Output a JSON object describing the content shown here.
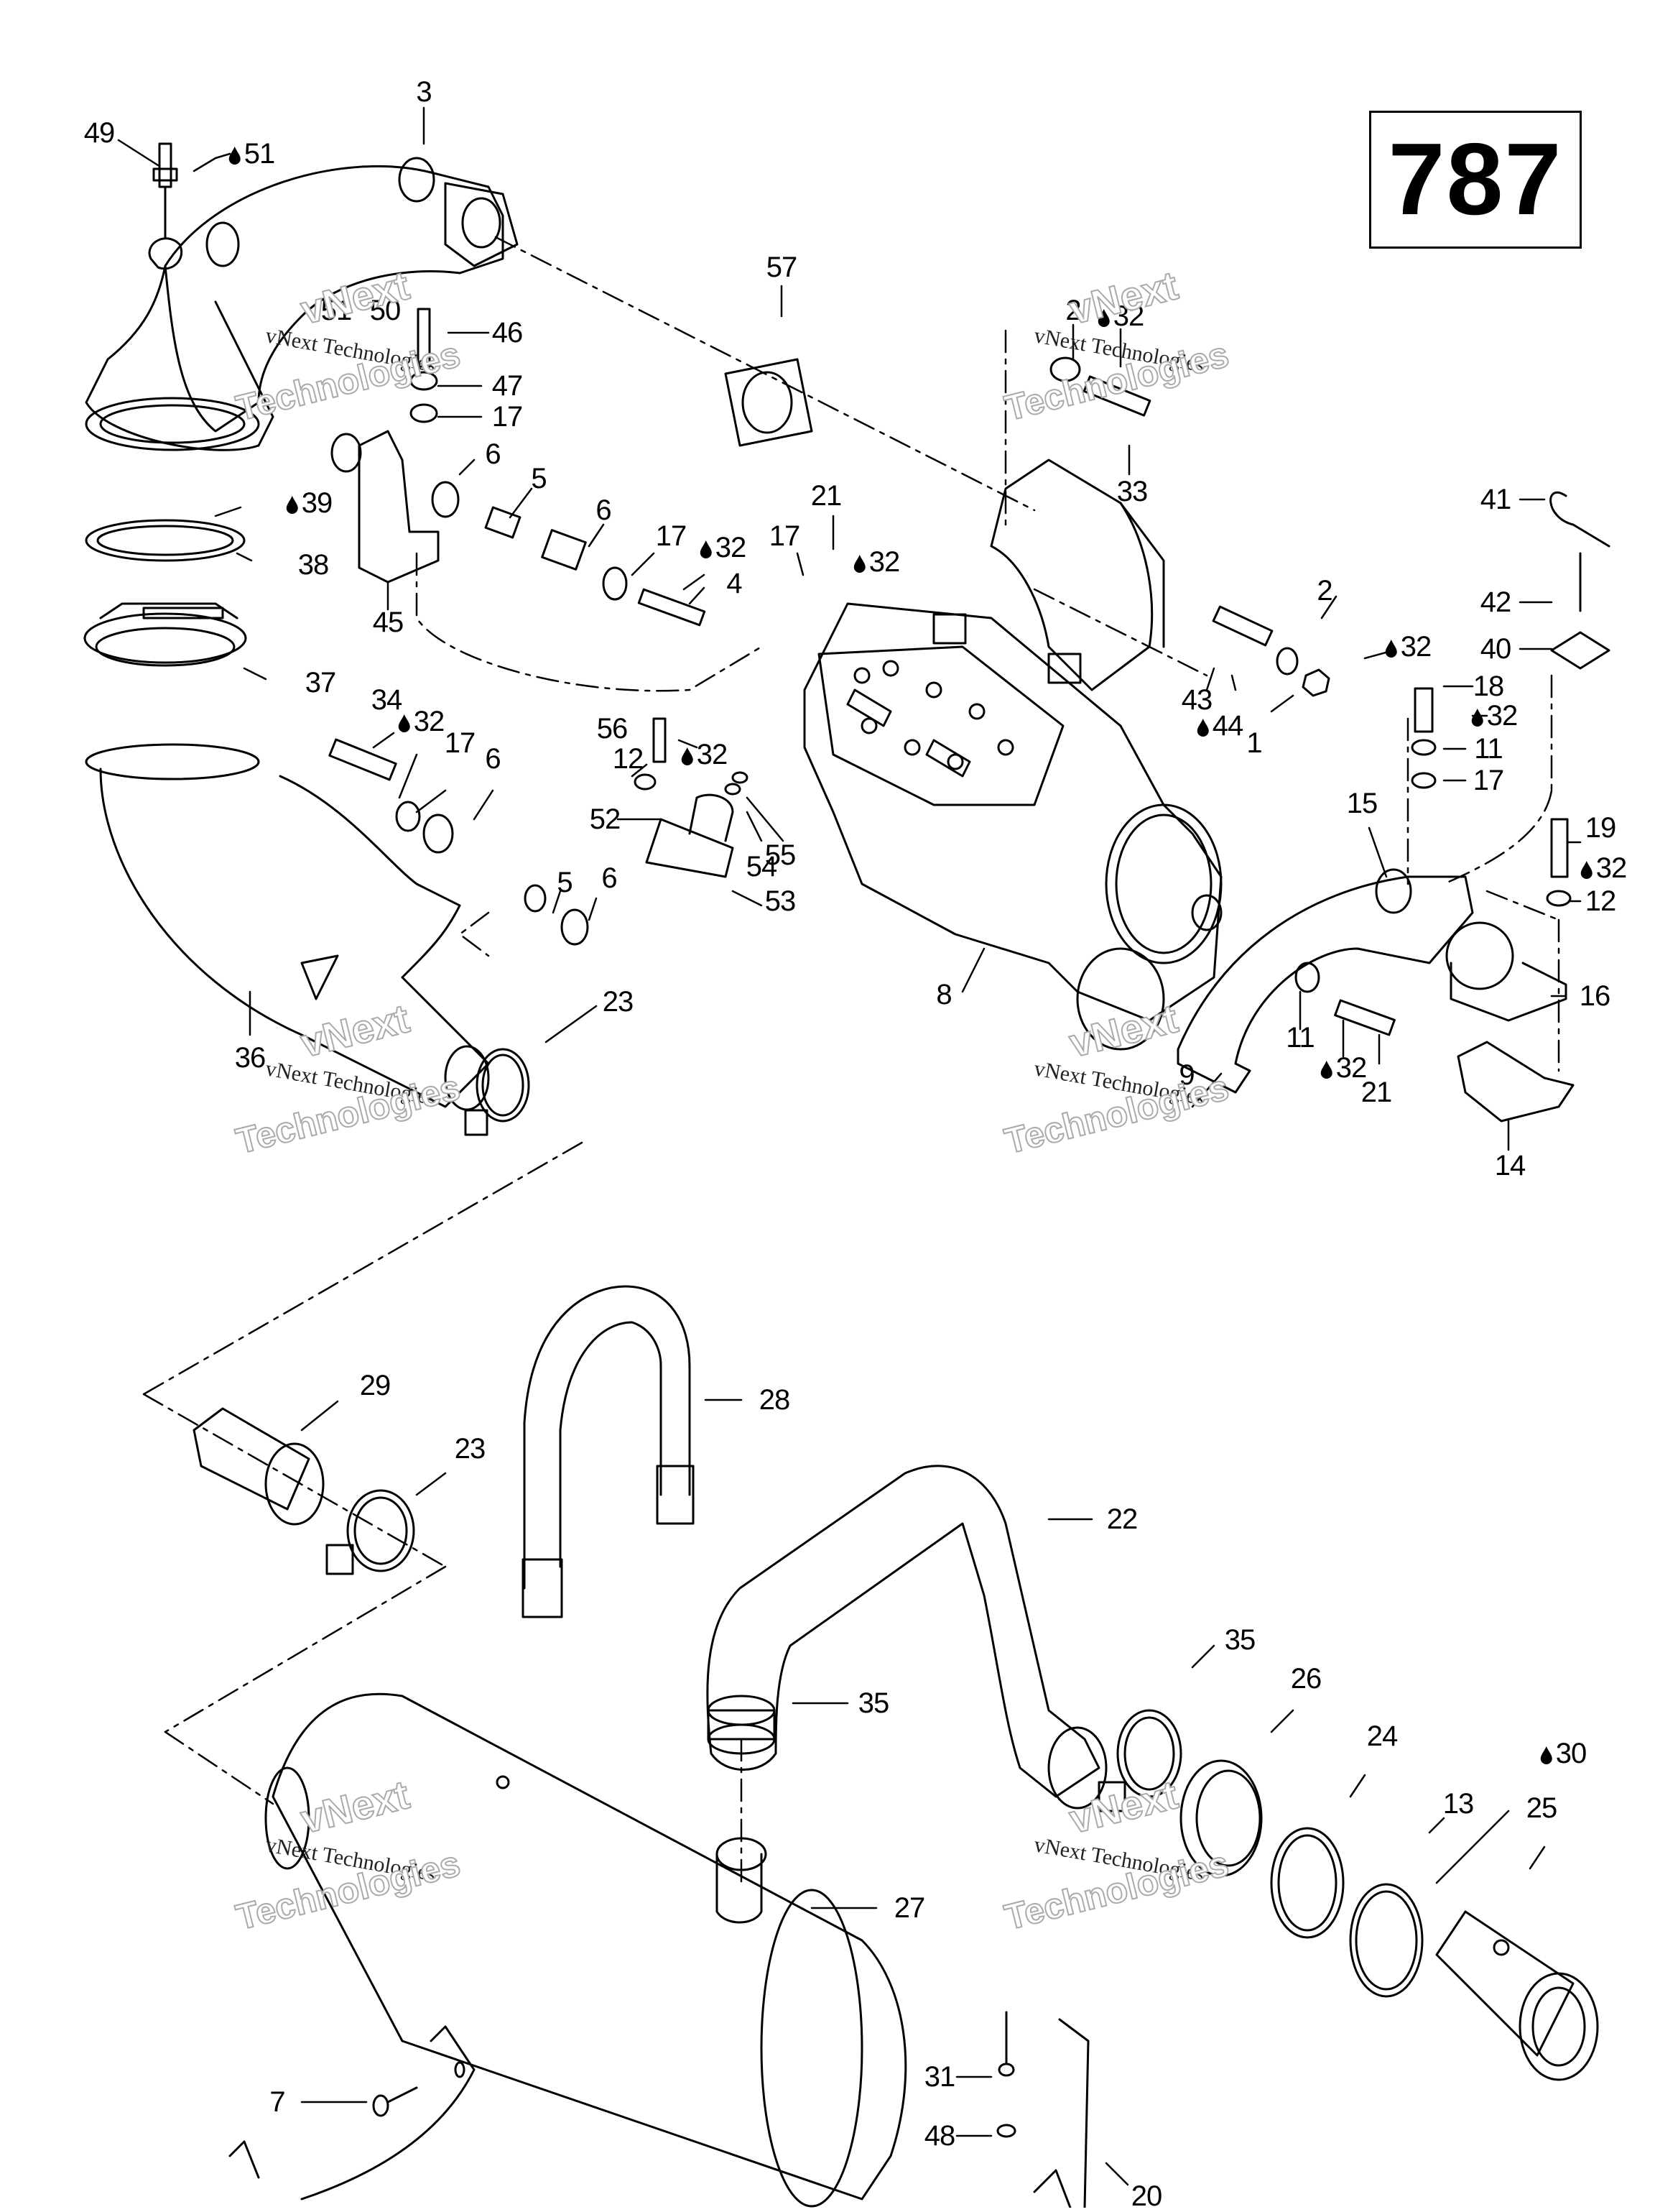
{
  "page_number": "787",
  "watermark": {
    "line_serif": "vNext Technologies",
    "line_outline_top": "vNext",
    "line_outline_bottom": "Technologies"
  },
  "callouts": [
    {
      "id": "c49",
      "text": "49",
      "sealant": false
    },
    {
      "id": "c51a",
      "text": "51",
      "sealant": true
    },
    {
      "id": "c3",
      "text": "3",
      "sealant": false
    },
    {
      "id": "c57",
      "text": "57",
      "sealant": false
    },
    {
      "id": "c51b",
      "text": "51",
      "sealant": false
    },
    {
      "id": "c50",
      "text": "50",
      "sealant": false
    },
    {
      "id": "c46",
      "text": "46",
      "sealant": false
    },
    {
      "id": "c47",
      "text": "47",
      "sealant": false
    },
    {
      "id": "c17a",
      "text": "17",
      "sealant": false
    },
    {
      "id": "c6a",
      "text": "6",
      "sealant": false
    },
    {
      "id": "c5a",
      "text": "5",
      "sealant": false
    },
    {
      "id": "c6b",
      "text": "6",
      "sealant": false
    },
    {
      "id": "c17b",
      "text": "17",
      "sealant": false
    },
    {
      "id": "c32a",
      "text": "32",
      "sealant": false
    },
    {
      "id": "c4",
      "text": "4",
      "sealant": false
    },
    {
      "id": "c39",
      "text": "39",
      "sealant": false
    },
    {
      "id": "c38",
      "text": "38",
      "sealant": false
    },
    {
      "id": "c45",
      "text": "45",
      "sealant": false
    },
    {
      "id": "c37",
      "text": "37",
      "sealant": false
    },
    {
      "id": "c2a",
      "text": "2",
      "sealant": false
    },
    {
      "id": "c32b",
      "text": "32",
      "sealant": false
    },
    {
      "id": "c33",
      "text": "33",
      "sealant": false
    },
    {
      "id": "c21a",
      "text": "21",
      "sealant": false
    },
    {
      "id": "c17c",
      "text": "17",
      "sealant": false
    },
    {
      "id": "c32c",
      "text": "32",
      "sealant": true
    },
    {
      "id": "c41",
      "text": "41",
      "sealant": false
    },
    {
      "id": "c42",
      "text": "42",
      "sealant": false
    },
    {
      "id": "c40",
      "text": "40",
      "sealant": false
    },
    {
      "id": "c2b",
      "text": "2",
      "sealant": false
    },
    {
      "id": "c32d",
      "text": "32",
      "sealant": false
    },
    {
      "id": "c43",
      "text": "43",
      "sealant": false
    },
    {
      "id": "c44",
      "text": "44",
      "sealant": false
    },
    {
      "id": "c1",
      "text": "1",
      "sealant": false
    },
    {
      "id": "c18",
      "text": "18",
      "sealant": false
    },
    {
      "id": "c32e",
      "text": "32",
      "sealant": true
    },
    {
      "id": "c11a",
      "text": "11",
      "sealant": false
    },
    {
      "id": "c17d",
      "text": "17",
      "sealant": false
    },
    {
      "id": "c34",
      "text": "34",
      "sealant": false
    },
    {
      "id": "c32f",
      "text": "32",
      "sealant": false
    },
    {
      "id": "c17e",
      "text": "17",
      "sealant": false
    },
    {
      "id": "c6c",
      "text": "6",
      "sealant": false
    },
    {
      "id": "c56",
      "text": "56",
      "sealant": false
    },
    {
      "id": "c32g",
      "text": "32",
      "sealant": true
    },
    {
      "id": "c12a",
      "text": "12",
      "sealant": false
    },
    {
      "id": "c52",
      "text": "52",
      "sealant": false
    },
    {
      "id": "c54",
      "text": "54",
      "sealant": false
    },
    {
      "id": "c55",
      "text": "55",
      "sealant": false
    },
    {
      "id": "c53",
      "text": "53",
      "sealant": false
    },
    {
      "id": "c5b",
      "text": "5",
      "sealant": false
    },
    {
      "id": "c6d",
      "text": "6",
      "sealant": false
    },
    {
      "id": "c15",
      "text": "15",
      "sealant": false
    },
    {
      "id": "c19",
      "text": "19",
      "sealant": false
    },
    {
      "id": "c32h",
      "text": "32",
      "sealant": true
    },
    {
      "id": "c12b",
      "text": "12",
      "sealant": false
    },
    {
      "id": "c16",
      "text": "16",
      "sealant": false
    },
    {
      "id": "c8",
      "text": "8",
      "sealant": false
    },
    {
      "id": "c11b",
      "text": "11",
      "sealant": false
    },
    {
      "id": "c32i",
      "text": "32",
      "sealant": false
    },
    {
      "id": "c21b",
      "text": "21",
      "sealant": false
    },
    {
      "id": "c9",
      "text": "9",
      "sealant": false
    },
    {
      "id": "c14",
      "text": "14",
      "sealant": false
    },
    {
      "id": "c36",
      "text": "36",
      "sealant": false
    },
    {
      "id": "c23a",
      "text": "23",
      "sealant": false
    },
    {
      "id": "c29",
      "text": "29",
      "sealant": false
    },
    {
      "id": "c28",
      "text": "28",
      "sealant": false
    },
    {
      "id": "c23b",
      "text": "23",
      "sealant": false
    },
    {
      "id": "c22",
      "text": "22",
      "sealant": false
    },
    {
      "id": "c35a",
      "text": "35",
      "sealant": false
    },
    {
      "id": "c35b",
      "text": "35",
      "sealant": false
    },
    {
      "id": "c26",
      "text": "26",
      "sealant": false
    },
    {
      "id": "c24",
      "text": "24",
      "sealant": false
    },
    {
      "id": "c30",
      "text": "30",
      "sealant": false
    },
    {
      "id": "c13",
      "text": "13",
      "sealant": false
    },
    {
      "id": "c25",
      "text": "25",
      "sealant": false
    },
    {
      "id": "c27",
      "text": "27",
      "sealant": false
    },
    {
      "id": "c31",
      "text": "31",
      "sealant": false
    },
    {
      "id": "c48",
      "text": "48",
      "sealant": false
    },
    {
      "id": "c7",
      "text": "7",
      "sealant": false
    },
    {
      "id": "c20",
      "text": "20",
      "sealant": false
    }
  ]
}
